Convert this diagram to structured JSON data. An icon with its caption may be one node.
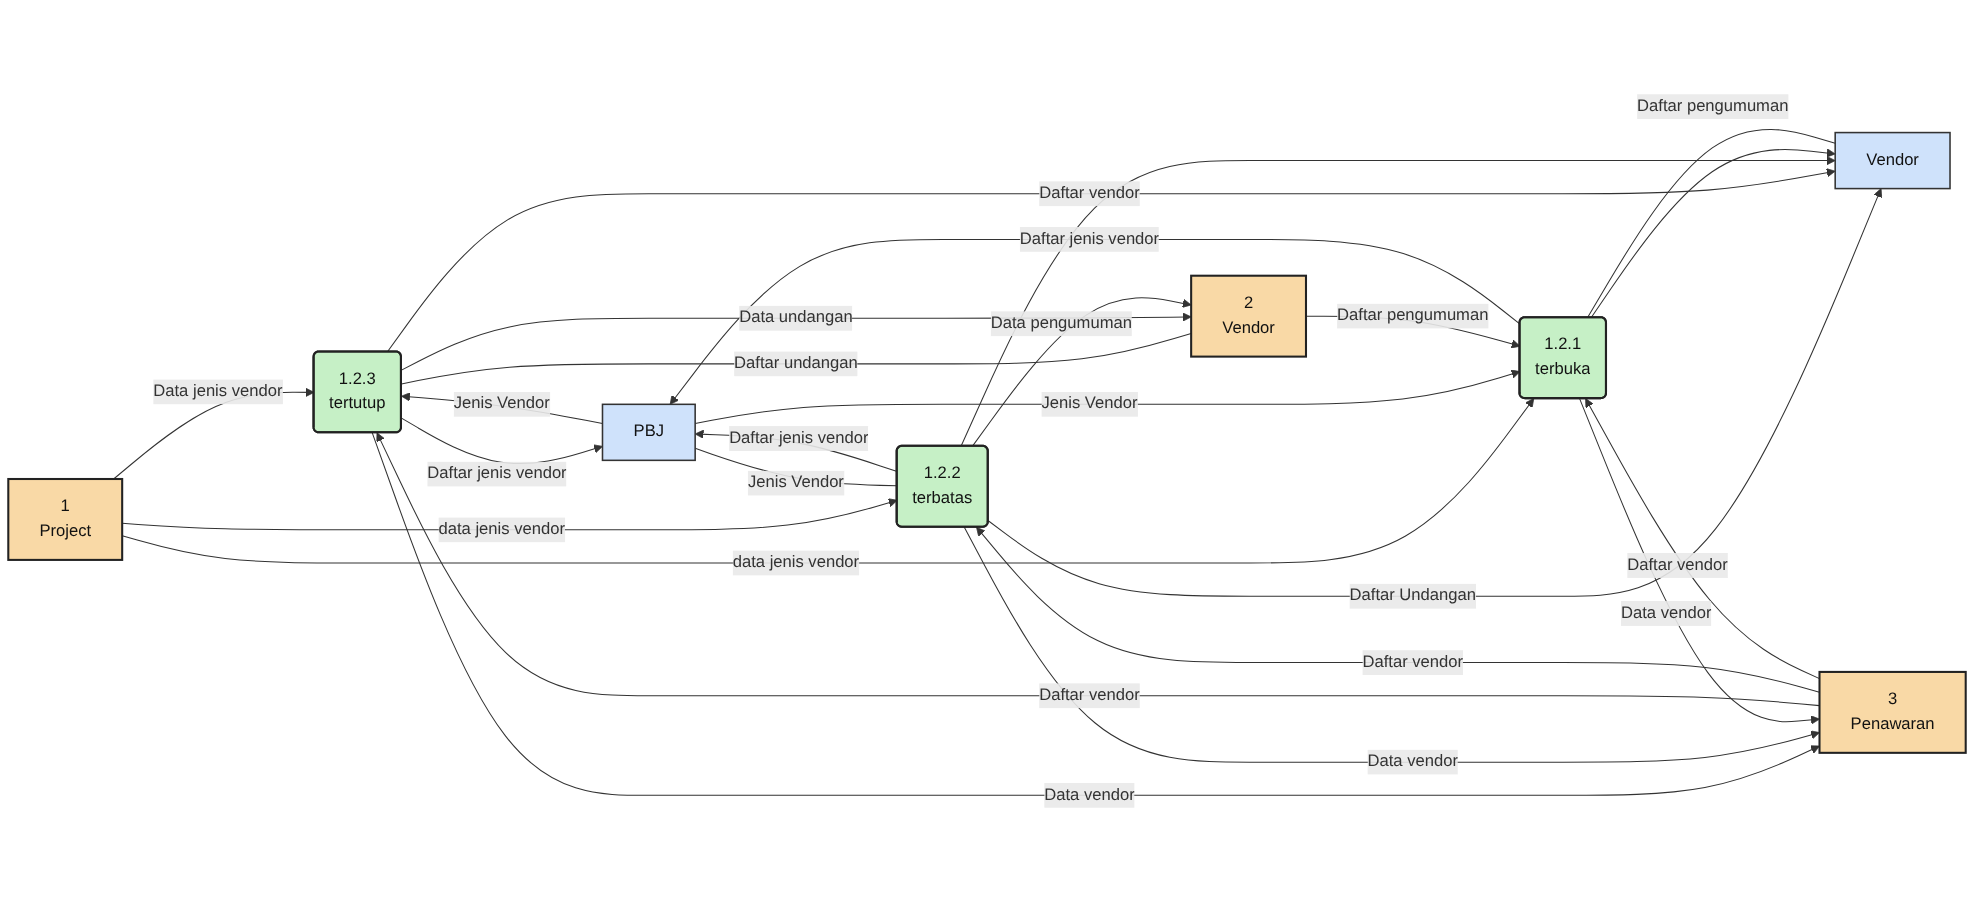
{
  "diagram": {
    "nodes": [
      {
        "text": [
          "1",
          "Project"
        ]
      },
      {
        "text": [
          "PBJ"
        ]
      },
      {
        "text": [
          "1.2.3",
          "tertutup"
        ]
      },
      {
        "text": [
          "1.2.2",
          "terbatas"
        ]
      },
      {
        "text": [
          "2",
          "Vendor"
        ]
      },
      {
        "text": [
          "1.2.1",
          "terbuka"
        ]
      },
      {
        "text": [
          "Vendor"
        ]
      },
      {
        "text": [
          "3",
          "Penawaran"
        ]
      }
    ],
    "edges": [
      {
        "from": 0,
        "to": 2,
        "label": "Data jenis vendor",
        "arrow": "to"
      },
      {
        "from": 1,
        "to": 2,
        "label": "Jenis Vendor",
        "arrow": "to"
      },
      {
        "from": 2,
        "to": 1,
        "label": "Daftar jenis vendor",
        "arrow": "to"
      },
      {
        "from": 0,
        "to": 3,
        "label": "data jenis vendor",
        "arrow": "to"
      },
      {
        "from": 1,
        "to": 3,
        "label": "Jenis Vendor",
        "arrow": "none"
      },
      {
        "from": 3,
        "to": 1,
        "label": "Daftar jenis vendor",
        "arrow": "to"
      },
      {
        "from": 5,
        "to": 1,
        "label": "Daftar jenis vendor",
        "arrow": "to"
      },
      {
        "from": 0,
        "to": 5,
        "label": "data jenis vendor",
        "arrow": "to"
      },
      {
        "from": 1,
        "to": 5,
        "label": "Jenis Vendor",
        "arrow": "to"
      },
      {
        "from": 2,
        "to": 7,
        "label": "Data vendor",
        "arrow": "to"
      },
      {
        "from": 7,
        "to": 2,
        "label": "Daftar vendor",
        "arrow": "to"
      },
      {
        "from": 2,
        "to": 4,
        "label": "Daftar undangan",
        "arrow": "none"
      },
      {
        "from": 2,
        "to": 4,
        "label": "Data undangan",
        "arrow": "to"
      },
      {
        "from": 3,
        "to": 4,
        "label": "Data pengumuman",
        "arrow": "to"
      },
      {
        "from": 3,
        "to": 7,
        "label": "Data vendor",
        "arrow": "to"
      },
      {
        "from": 7,
        "to": 3,
        "label": "Daftar vendor",
        "arrow": "to"
      },
      {
        "from": 3,
        "to": 6,
        "label": "Daftar Undangan",
        "arrow": "to"
      },
      {
        "from": 4,
        "to": 5,
        "label": "Daftar pengumuman",
        "arrow": "to"
      },
      {
        "from": 2,
        "to": 6,
        "label": "Daftar vendor",
        "arrow": "to"
      },
      {
        "from": 3,
        "to": 6,
        "arrow": "to"
      },
      {
        "from": 5,
        "to": 6,
        "arrow": "to"
      },
      {
        "from": 5,
        "to": 6,
        "label": "Daftar pengumuman",
        "arrow": "none"
      },
      {
        "from": 5,
        "to": 7,
        "label": "Data vendor",
        "arrow": "to"
      },
      {
        "from": 7,
        "to": 5,
        "label": "Daftar vendor",
        "arrow": "to"
      }
    ]
  }
}
